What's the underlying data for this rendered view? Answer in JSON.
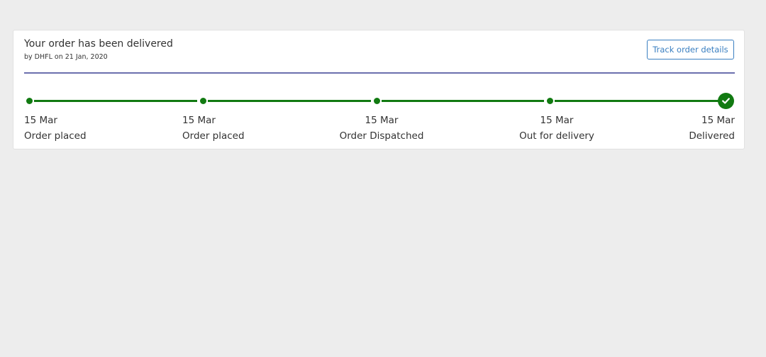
{
  "card": {
    "title": "Your order has been delivered",
    "subtitle": "by DHFL on 21 Jan, 2020",
    "track_button_label": "Track order details"
  },
  "timeline": {
    "line_color": "#117a11",
    "divider_color": "#6b6fae",
    "button_color": "#3a7fc1",
    "steps": [
      {
        "date": "15 Mar",
        "label": "Order placed",
        "status": "complete"
      },
      {
        "date": "15 Mar",
        "label": "Order placed",
        "status": "complete"
      },
      {
        "date": "15 Mar",
        "label": "Order Dispatched",
        "status": "complete"
      },
      {
        "date": "15 Mar",
        "label": "Out for delivery",
        "status": "complete"
      },
      {
        "date": "15 Mar",
        "label": "Delivered",
        "status": "current",
        "icon": "check-icon"
      }
    ]
  }
}
